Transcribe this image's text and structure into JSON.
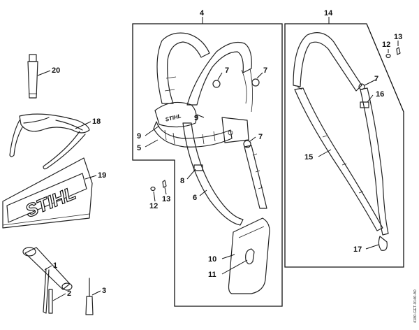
{
  "brand": {
    "logo_text": "STIHL"
  },
  "parts": {
    "p1": "1",
    "p2": "2",
    "p3": "3",
    "p4": "4",
    "p5": "5",
    "p6": "6",
    "p7a": "7",
    "p7b": "7",
    "p7c": "7",
    "p7d": "7",
    "p8": "8",
    "p9a": "9",
    "p9b": "9",
    "p10": "10",
    "p11": "11",
    "p12a": "12",
    "p12b": "12",
    "p13a": "13",
    "p13b": "13",
    "p14": "14",
    "p15": "15",
    "p16": "16",
    "p17": "17",
    "p18": "18",
    "p19": "19",
    "p20": "20"
  },
  "drawing_code": "4180-GET-0140-A0"
}
